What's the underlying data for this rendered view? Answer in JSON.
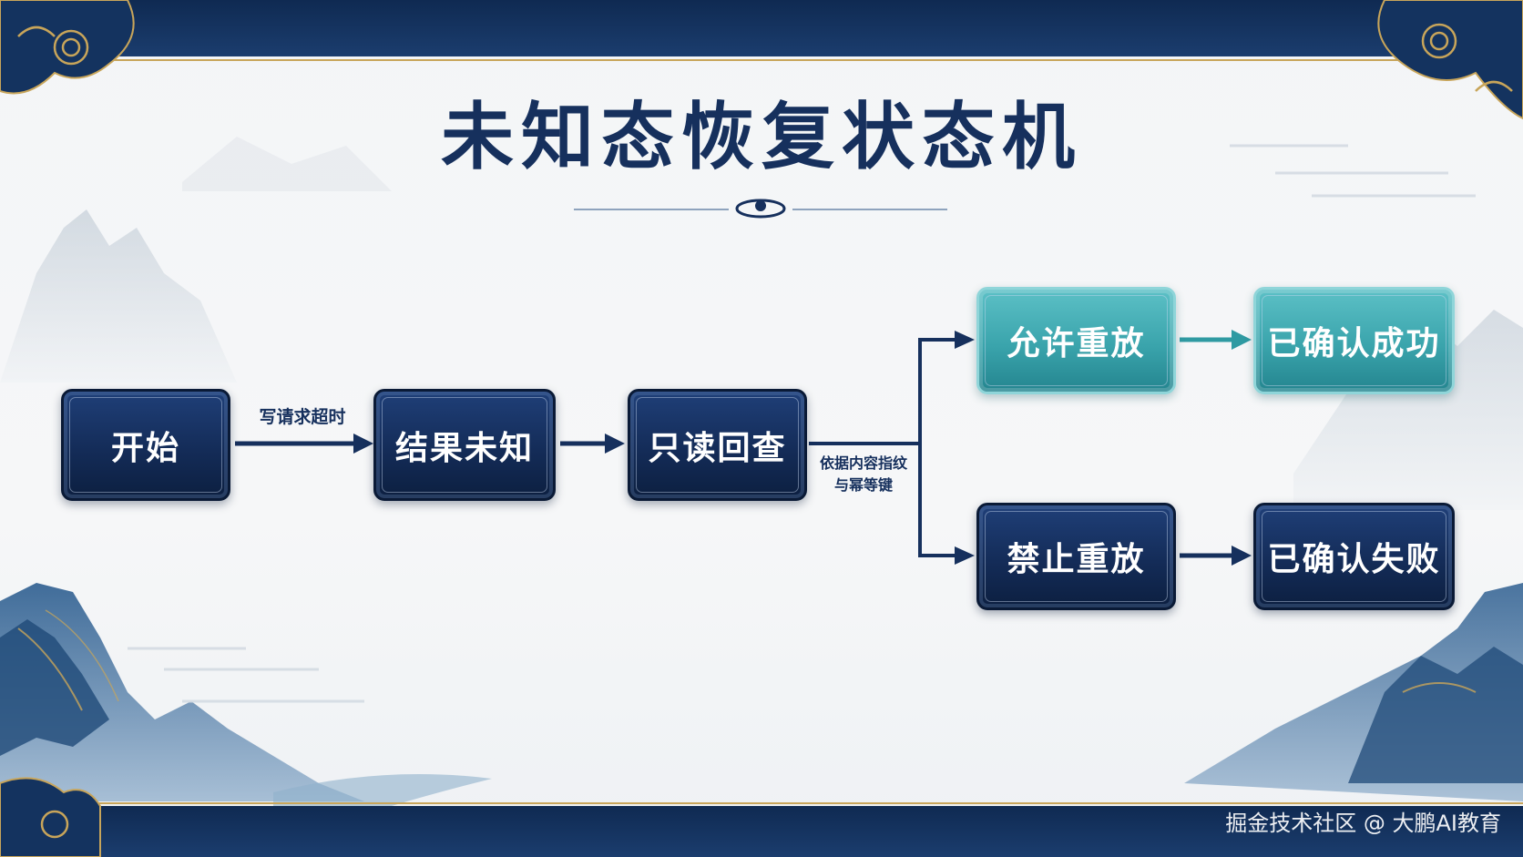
{
  "title": "未知态恢复状态机",
  "nodes": {
    "start": "开始",
    "unknown": "结果未知",
    "readonly": "只读回查",
    "allow": "允许重放",
    "allow_ok": "已确认成功",
    "deny": "禁止重放",
    "deny_fail": "已确认失败"
  },
  "edges": {
    "timeout": "写请求超时",
    "basis_line1": "依据内容指纹",
    "basis_line2": "与幂等键"
  },
  "watermark": "掘金技术社区 @ 大鹏AI教育",
  "colors": {
    "navy": "#16305d",
    "teal": "#3aa4ac",
    "arrow_teal": "#2f9aa2"
  }
}
